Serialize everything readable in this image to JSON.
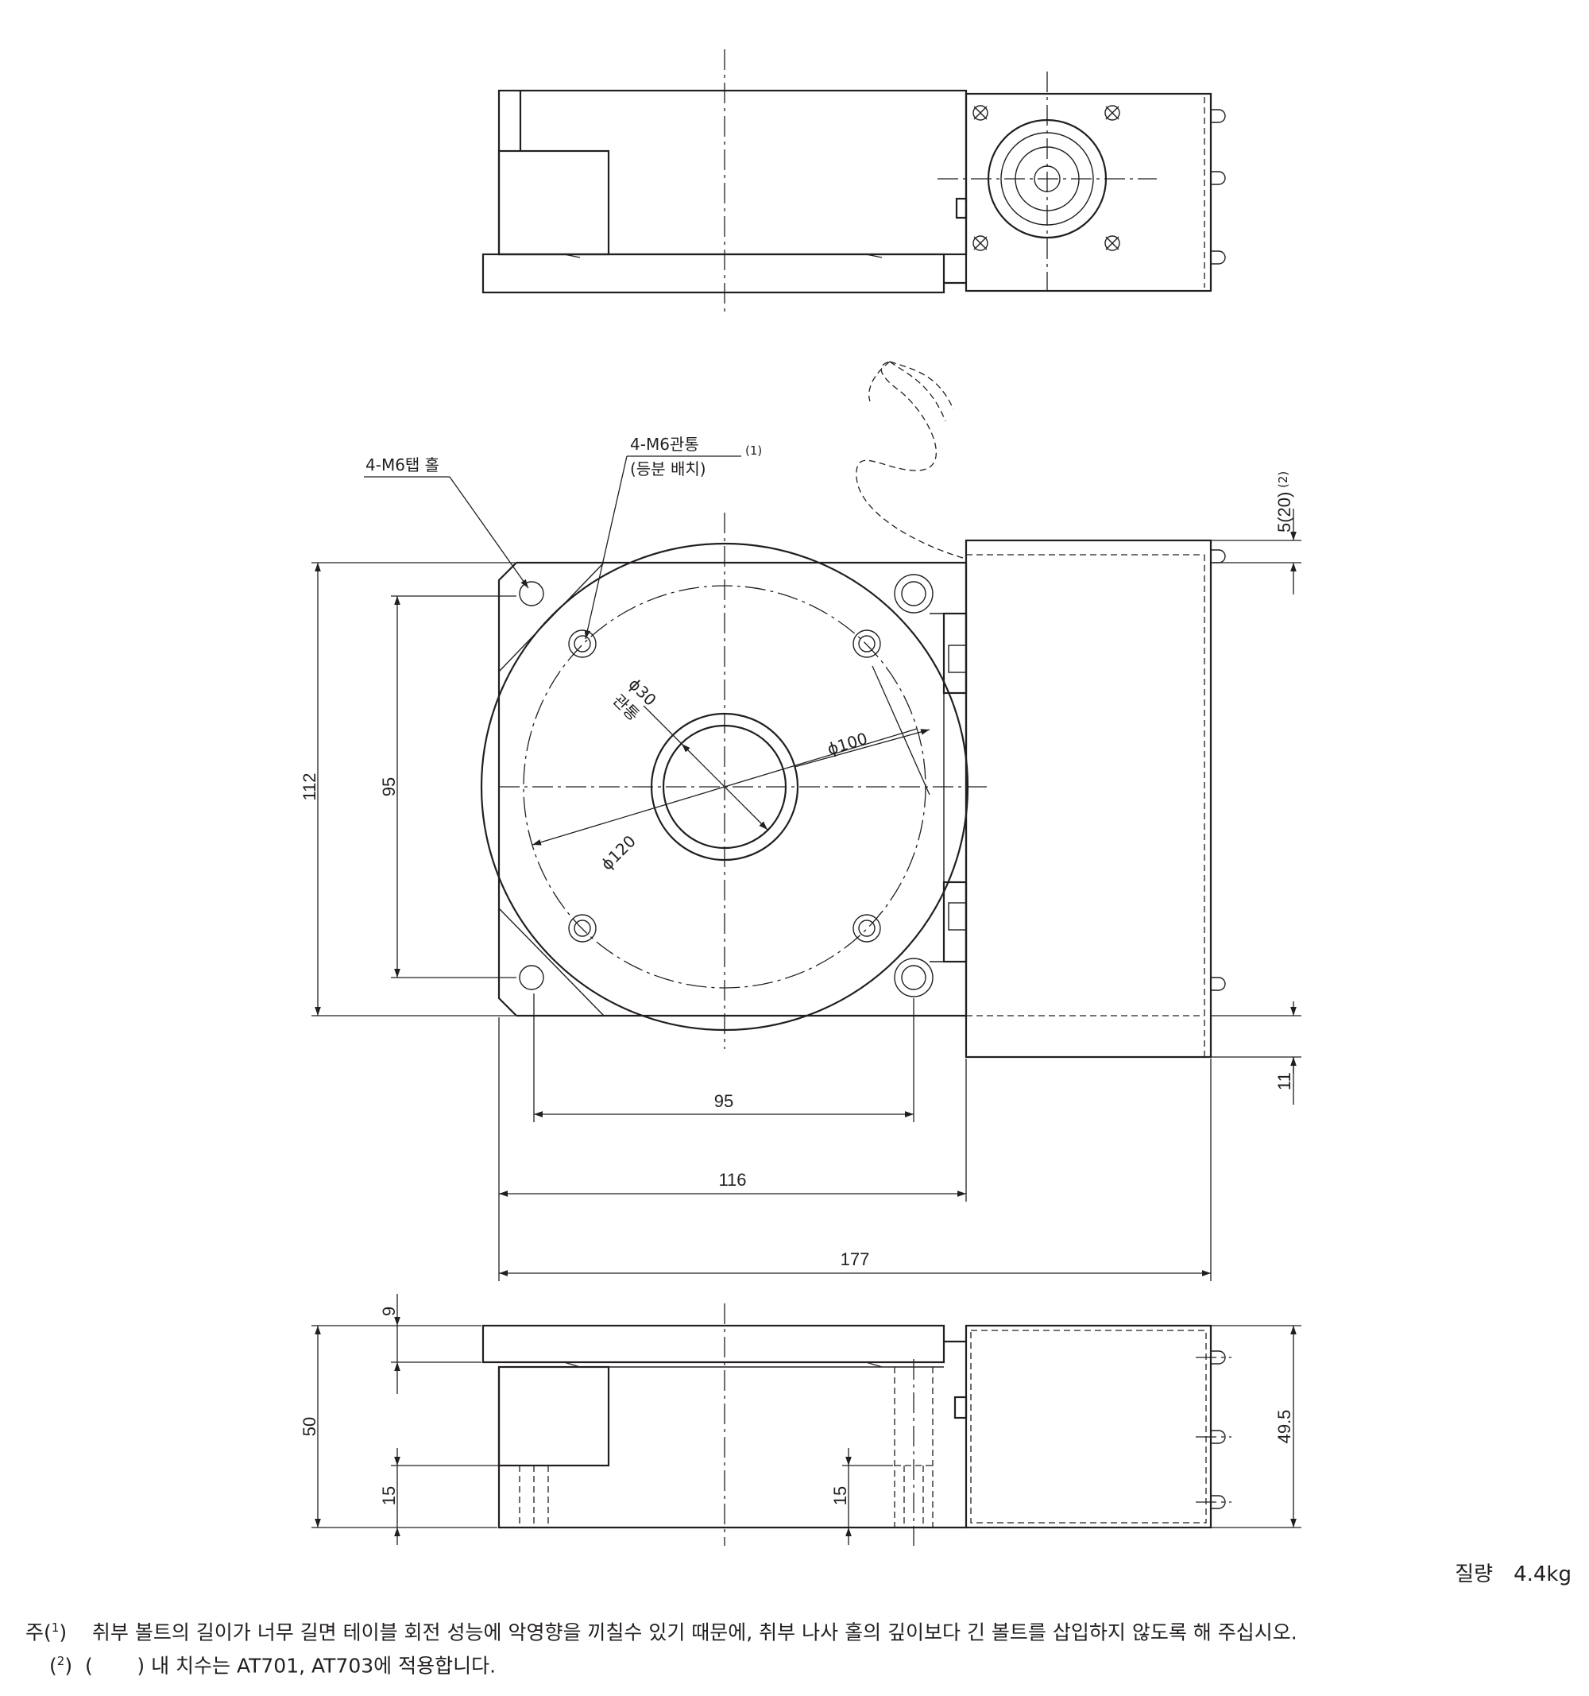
{
  "labels": {
    "tap_hole": "4-M6탭 홀",
    "through_hole": "4-M6관통",
    "through_hole_arrangement": "(등분 배치)",
    "note_ref_1": "(1)",
    "dia_30": "ϕ30",
    "through": "관통",
    "dia_100": "ϕ100",
    "dia_120": "ϕ120"
  },
  "dimensions": {
    "height_112": "112",
    "height_95": "95",
    "width_95": "95",
    "width_116": "116",
    "width_177": "177",
    "offset_5_20": "5(20)",
    "note_ref_2": "(2)",
    "offset_11": "11",
    "side_9": "9",
    "side_50": "50",
    "side_15_left": "15",
    "side_15_mid": "15",
    "side_49_5": "49.5"
  },
  "weight": {
    "label": "질량",
    "value": "4.4kg"
  },
  "notes": {
    "prefix": "주",
    "n1_ref": "1",
    "n1_text": "취부 볼트의 길이가 너무 길면 테이블 회전 성능에 악영향을 끼칠수 있기 때문에, 취부 나사 홀의 깊이보다 긴 볼트를 삽입하지 않도록 해 주십시오.",
    "n2_ref": "2",
    "n2_paren": "(       )",
    "n2_text": "내 치수는 AT701, AT703에 적용합니다."
  }
}
